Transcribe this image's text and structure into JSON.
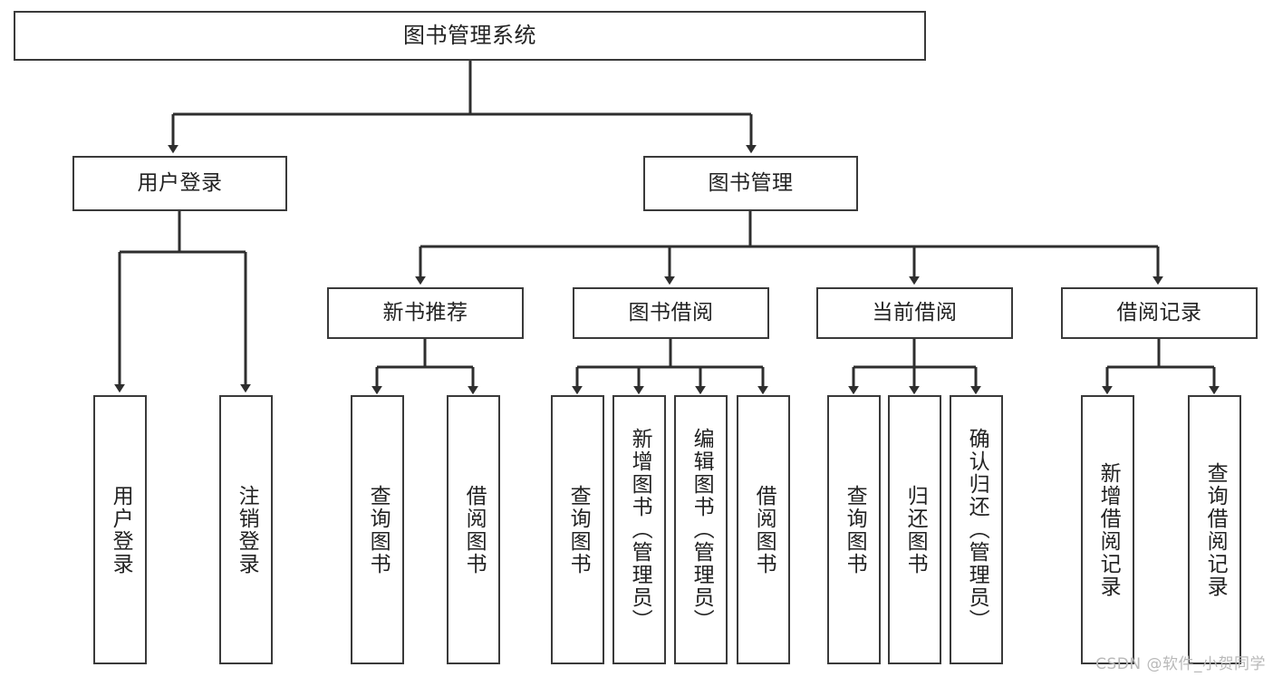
{
  "diagram": {
    "type": "tree-hierarchy",
    "title": "图书管理系统",
    "watermark": "CSDN @软件_小贺同学",
    "colors": {
      "stroke": "#3a3a3a",
      "fill": "#ffffff",
      "text": "#222222",
      "watermark": "#b9b9b9"
    },
    "nodes": {
      "root": {
        "label": "图书管理系统"
      },
      "level2": [
        {
          "id": "user-login",
          "label": "用户登录"
        },
        {
          "id": "book-manage",
          "label": "图书管理"
        }
      ],
      "level3": [
        {
          "id": "new-book-recommend",
          "label": "新书推荐"
        },
        {
          "id": "book-borrow",
          "label": "图书借阅"
        },
        {
          "id": "current-borrow",
          "label": "当前借阅"
        },
        {
          "id": "borrow-record",
          "label": "借阅记录"
        }
      ],
      "leaves": {
        "user-login": [
          {
            "id": "leaf-user-login",
            "label": "用户登录"
          },
          {
            "id": "leaf-user-logout",
            "label": "注销登录"
          }
        ],
        "new-book-recommend": [
          {
            "id": "leaf-query-book-1",
            "label": "查询图书"
          },
          {
            "id": "leaf-borrow-book-1",
            "label": "借阅图书"
          }
        ],
        "book-borrow": [
          {
            "id": "leaf-query-book-2",
            "label": "查询图书"
          },
          {
            "id": "leaf-add-book",
            "label": "新增图书（管理员）"
          },
          {
            "id": "leaf-edit-book",
            "label": "编辑图书（管理员）"
          },
          {
            "id": "leaf-borrow-book-2",
            "label": "借阅图书"
          }
        ],
        "current-borrow": [
          {
            "id": "leaf-query-book-3",
            "label": "查询图书"
          },
          {
            "id": "leaf-return-book",
            "label": "归还图书"
          },
          {
            "id": "leaf-confirm-return",
            "label": "确认归还（管理员）"
          }
        ],
        "borrow-record": [
          {
            "id": "leaf-add-record",
            "label": "新增借阅记录"
          },
          {
            "id": "leaf-query-record",
            "label": "查询借阅记录"
          }
        ]
      }
    }
  }
}
